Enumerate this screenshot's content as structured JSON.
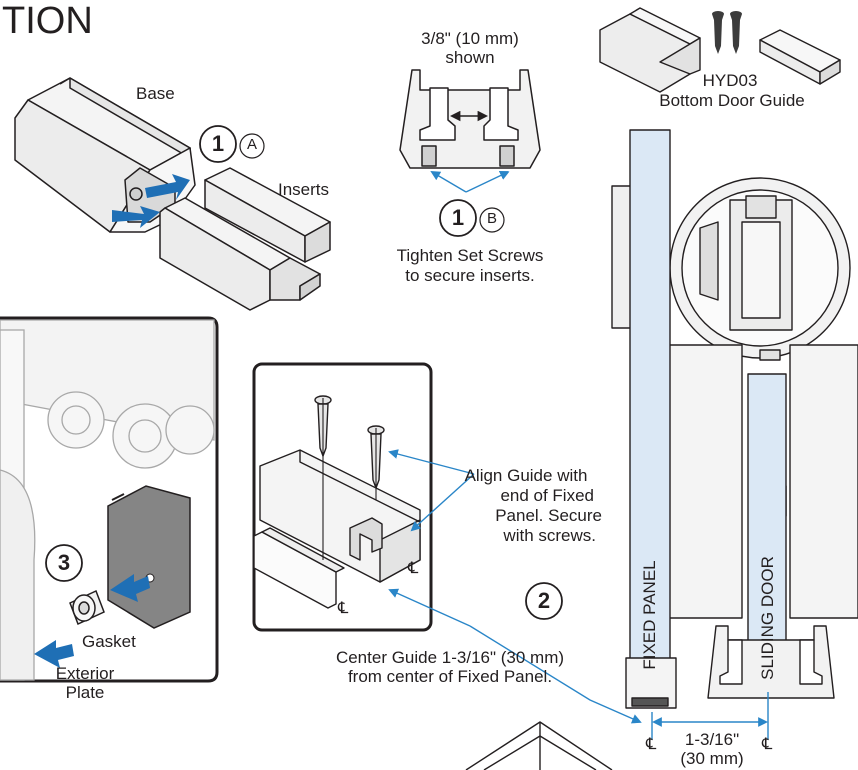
{
  "heading": "TION",
  "step1a": {
    "base_label": "Base",
    "inserts_label": "Inserts",
    "step_number": "1",
    "step_letter": "A"
  },
  "step1b": {
    "dimension_line1": "3/8\" (10 mm)",
    "dimension_line2": "shown",
    "step_number": "1",
    "step_letter": "B",
    "instruction_line1": "Tighten Set Screws",
    "instruction_line2": "to secure inserts."
  },
  "parts": {
    "part_number": "HYD03",
    "part_name": "Bottom Door Guide"
  },
  "step3": {
    "step_number": "3",
    "gasket_label": "Gasket",
    "plate_line1": "Exterior",
    "plate_line2": "Plate"
  },
  "step2": {
    "step_number": "2",
    "align_line1": "Align Guide with",
    "align_line2": "end of Fixed",
    "align_line3": "Panel. Secure",
    "align_line4": "with screws.",
    "center_line1": "Center Guide 1-3/16\" (30 mm)",
    "center_line2": "from center of Fixed Panel.",
    "centerline_symbol": "℄"
  },
  "section": {
    "fixed_panel_label": "FIXED PANEL",
    "sliding_door_label": "SLIDING DOOR",
    "dimension_line1": "1-3/16\"",
    "dimension_line2": "(30 mm)",
    "centerline_symbol": "℄"
  },
  "colors": {
    "line": "#231f20",
    "part_fill": "#f2f2f2",
    "glass": "#dbe8f5",
    "arrow_blue": "#1f6fb5",
    "leader_blue": "#2a86c8",
    "plate_gray": "#7f7f7f"
  }
}
